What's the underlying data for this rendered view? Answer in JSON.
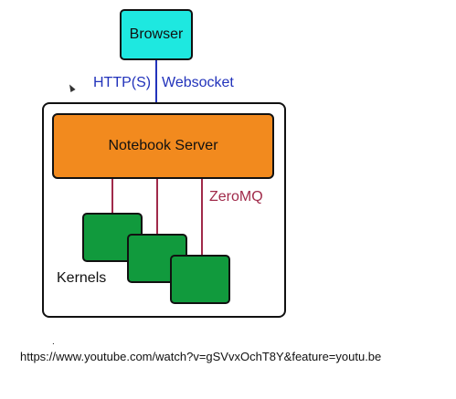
{
  "diagram": {
    "browser_label": "Browser",
    "server_label": "Notebook Server",
    "connection_http": "HTTP(S)",
    "connection_ws": "Websocket",
    "internal_protocol": "ZeroMQ",
    "kernels_label": "Kernels"
  },
  "caption": {
    "url": "https://www.youtube.com/watch?v=gSVvxOchT8Y&feature=youtu.be",
    "dot": "."
  },
  "colors": {
    "browser": "#1ee8e0",
    "server": "#f28a1e",
    "kernel": "#119a3d",
    "http_line": "#2233bb",
    "zmq_line": "#a02a4a"
  }
}
